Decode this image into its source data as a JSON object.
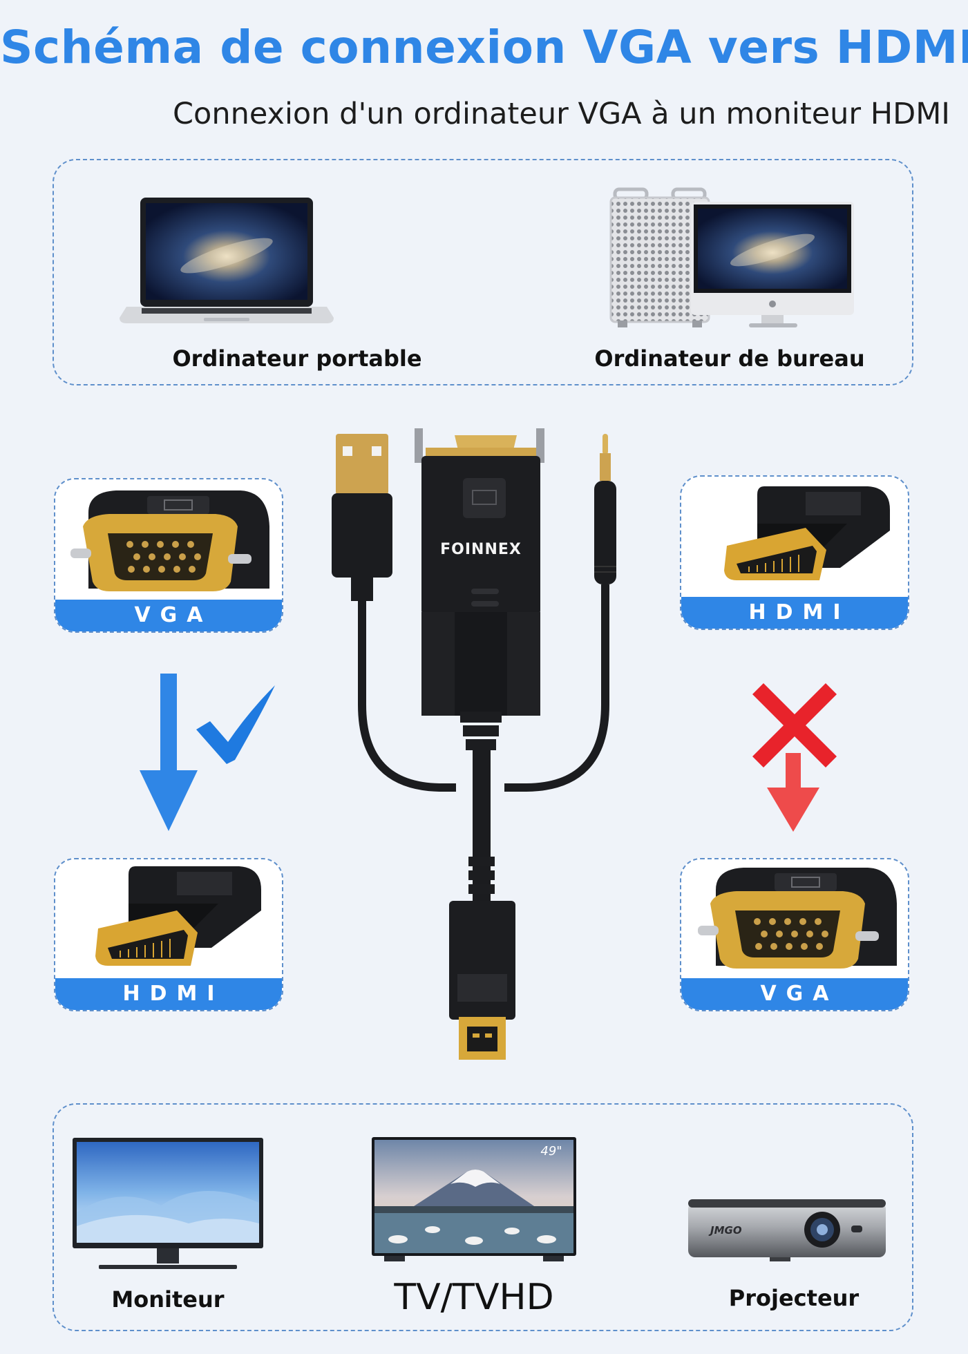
{
  "header": {
    "title": "Schéma de connexion VGA vers HDMI",
    "subtitle": "Connexion d'un ordinateur VGA à un moniteur HDMI"
  },
  "sources": [
    {
      "label": "Ordinateur portable"
    },
    {
      "label": "Ordinateur de bureau"
    }
  ],
  "connectors": {
    "top_left": "VGA",
    "top_right": "HDMI",
    "bottom_left": "HDMI",
    "bottom_right": "VGA"
  },
  "cable": {
    "brand": "FOINNEX"
  },
  "outputs": [
    {
      "label": "Moniteur"
    },
    {
      "label": "TV/TVHD",
      "badge": "49\""
    },
    {
      "label": "Projecteur",
      "badge": "JMGO"
    }
  ],
  "colors": {
    "accent": "#2f86e6",
    "check": "#1f7ae0",
    "cross": "#e8232b",
    "arrow_red": "#ee4b4b"
  }
}
